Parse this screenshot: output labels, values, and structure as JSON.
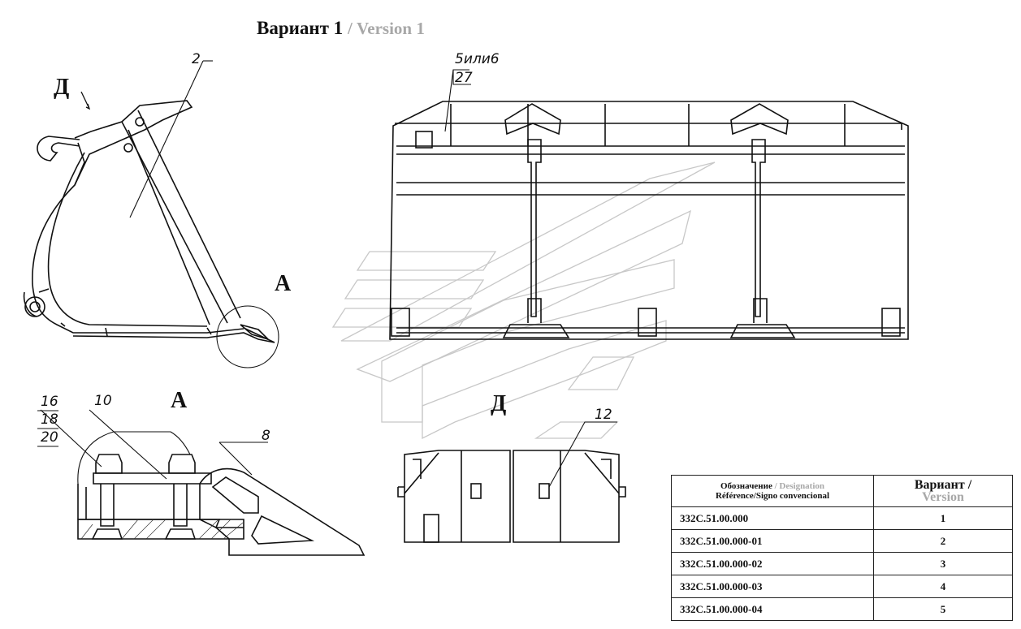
{
  "title": {
    "main": "Вариант 1",
    "sub": "/ Version 1"
  },
  "view_labels": {
    "detail_a_top": "А",
    "detail_a_section": "А",
    "view_d_arrow": "Д",
    "view_d_bottom": "Д"
  },
  "callouts": {
    "c2": "2",
    "c5": "5или6",
    "c27": "27",
    "c16": "16",
    "c18": "18",
    "c20": "20",
    "c10": "10",
    "c8": "8",
    "c12": "12"
  },
  "table": {
    "header": {
      "designation_ru": "Обозначение",
      "designation_en": "/ Designation",
      "designation_fr_es": "Référence/Signo convencional",
      "variant_ru": "Вариант /",
      "variant_en": "Version"
    },
    "rows": [
      {
        "designation": "332С.51.00.000",
        "version": "1"
      },
      {
        "designation": "332С.51.00.000-01",
        "version": "2"
      },
      {
        "designation": "332С.51.00.000-02",
        "version": "3"
      },
      {
        "designation": "332С.51.00.000-03",
        "version": "4"
      },
      {
        "designation": "332С.51.00.000-04",
        "version": "5"
      }
    ]
  }
}
